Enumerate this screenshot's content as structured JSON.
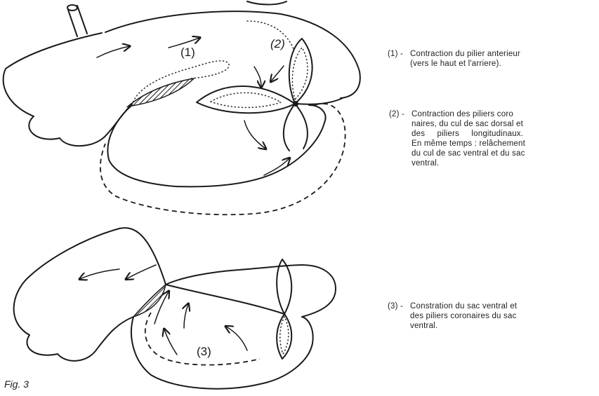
{
  "figure_label": "Fig. 3",
  "diagram": {
    "label_1": "(1)",
    "label_2": "(2)",
    "label_3": "(3)"
  },
  "legend": {
    "item1": {
      "number": "(1) -",
      "line1": "Contraction du pilier anterieur",
      "line2": "(vers le haut et l'arriere)."
    },
    "item2": {
      "number": "(2) -",
      "line1": "Contraction des piliers coro",
      "line2": "naires, du cul de sac dorsal et",
      "line3": "des piliers longitudinaux.",
      "line4": "En même temps : relâchement",
      "line5": "du cul de sac ventral et du sac",
      "line6": "ventral."
    },
    "item3": {
      "number": "(3) -",
      "line1": "Constration du sac ventral et",
      "line2": "des piliers coronaires du sac",
      "line3": "ventral."
    }
  }
}
